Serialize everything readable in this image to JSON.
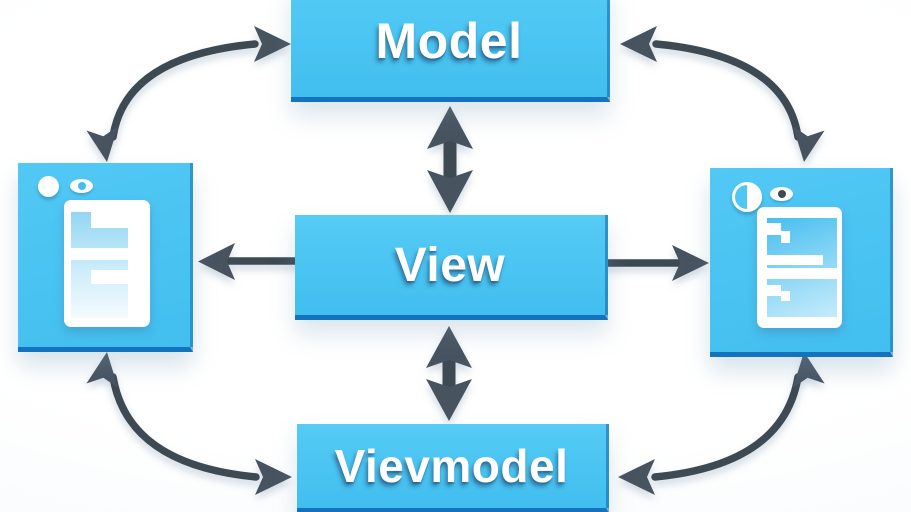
{
  "diagram": {
    "nodes": [
      {
        "id": "model",
        "label": "Model"
      },
      {
        "id": "view",
        "label": "View"
      },
      {
        "id": "viewmodel",
        "label": "Vievmodel"
      }
    ],
    "devices": [
      {
        "id": "device-left",
        "icons": [
          "circle-icon",
          "eye-icon"
        ],
        "content": "app-screen-wireframe"
      },
      {
        "id": "device-right",
        "icons": [
          "contrast-icon",
          "eye-icon"
        ],
        "content": "app-screen-wireframe"
      }
    ],
    "connections": [
      {
        "from": "device-left",
        "to": "model",
        "style": "curved",
        "heads": "both"
      },
      {
        "from": "model",
        "to": "device-right",
        "style": "curved",
        "heads": "both"
      },
      {
        "from": "model",
        "to": "view",
        "style": "vertical",
        "heads": "both"
      },
      {
        "from": "view",
        "to": "viewmodel",
        "style": "vertical",
        "heads": "both"
      },
      {
        "from": "view",
        "to": "device-left",
        "style": "horizontal",
        "heads": "end"
      },
      {
        "from": "view",
        "to": "device-right",
        "style": "horizontal",
        "heads": "end"
      },
      {
        "from": "device-left",
        "to": "viewmodel",
        "style": "curved",
        "heads": "both"
      },
      {
        "from": "viewmodel",
        "to": "device-right",
        "style": "curved",
        "heads": "both"
      }
    ],
    "colors": {
      "box_fill": "#41BEEF",
      "box_fill_light": "#55CBF5",
      "box_edge": "#1573BE",
      "panel_fill": "#42BFEF",
      "panel_fill_light": "#52C8F4",
      "arrow": "#3E4953",
      "arrow_head": "#46525E",
      "label_text": "#FFFFFF"
    }
  }
}
